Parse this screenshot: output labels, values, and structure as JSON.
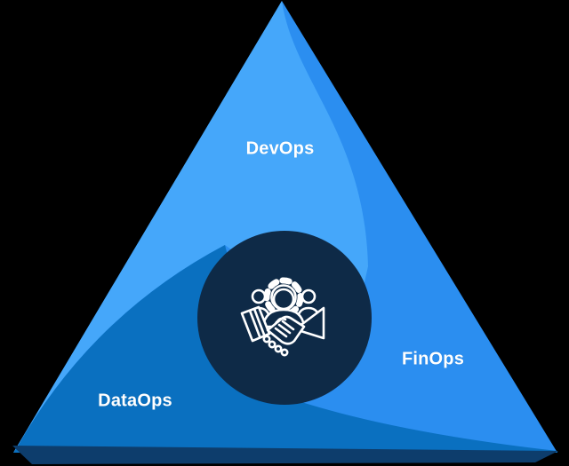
{
  "background_color": "#000000",
  "diagram": {
    "type": "triangle-segment-diagram",
    "title": "Ops triangle: DevOps, FinOps, DataOps around a collaboration hub",
    "regions": [
      {
        "id": "devops",
        "label": "DevOps",
        "color": "#45a7fa",
        "position": "top"
      },
      {
        "id": "finops",
        "label": "FinOps",
        "color": "#2b8ef0",
        "position": "right"
      },
      {
        "id": "dataops",
        "label": "DataOps",
        "color": "#0a70c0",
        "position": "bottom-left"
      }
    ],
    "center": {
      "icon": "teamwork-handshake-gear-icon",
      "meaning": "collaboration / partnership of teams",
      "circle_color": "#0e2a47",
      "icon_color": "#ffffff"
    },
    "edge_color": "#0d3d6c",
    "label_color": "#ffffff"
  }
}
